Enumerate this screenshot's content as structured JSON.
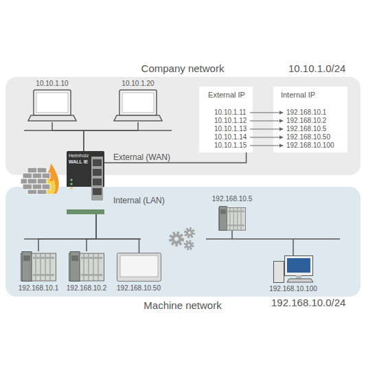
{
  "diagram": {
    "nodes": [
      {
        "text": [
          "Company network",
          "10.10.1.0/24"
        ]
      },
      {
        "text": [
          "10.10.1.10"
        ],
        "in": 0
      },
      {
        "text": [
          "10.10.1.20"
        ],
        "in": 0
      },
      {
        "text": [
          "External IP",
          "10.10.1.11",
          "10.10.1.12",
          "10.10.1.13",
          "10.10.1.14",
          "10.10.1.15"
        ],
        "in": 0
      },
      {
        "text": [
          "Internal IP",
          "192.168.10.1",
          "192.168.10.2",
          "192.168.10.5",
          "192.168.10.50",
          "192.168.10.100"
        ],
        "in": 0
      },
      {
        "text": [
          "Helmholz",
          "WALL IE"
        ]
      },
      {
        "text": [
          "Machine network",
          "192.168.10.0/24"
        ]
      },
      {
        "text": [
          "192.168.10.1"
        ],
        "in": 6
      },
      {
        "text": [
          "192.168.10.2"
        ],
        "in": 6
      },
      {
        "text": [
          "192.168.10.50"
        ],
        "in": 6
      },
      {
        "text": [
          "192.168.10.5"
        ],
        "in": 6
      },
      {
        "text": [
          "192.168.10.100"
        ],
        "in": 6
      }
    ],
    "edges": [
      {
        "from": 1,
        "to": 5,
        "arrow": "none"
      },
      {
        "from": 2,
        "to": 5,
        "arrow": "none"
      },
      {
        "from": 5,
        "to": 3,
        "label": "External (WAN)",
        "arrow": "none"
      },
      {
        "from": 5,
        "to": 7,
        "arrow": "none"
      },
      {
        "from": 5,
        "to": 8,
        "arrow": "none"
      },
      {
        "from": 5,
        "to": 9,
        "arrow": "none"
      }
    ],
    "labels": [
      "Internal (LAN)"
    ]
  }
}
